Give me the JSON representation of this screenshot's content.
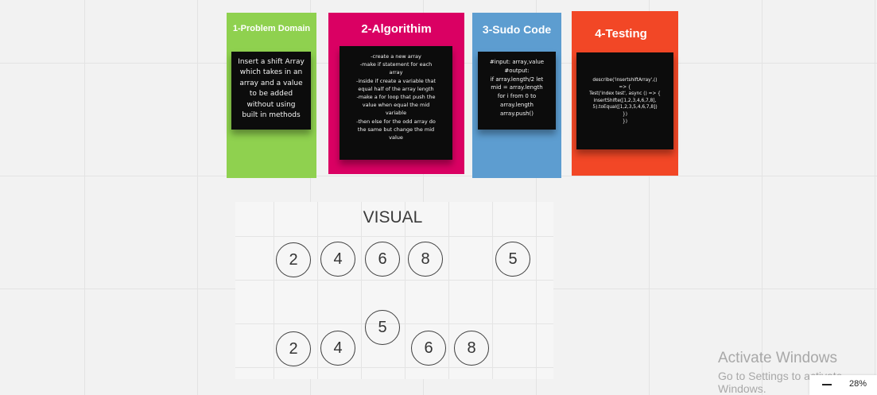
{
  "cards": [
    {
      "title": "1-Problem Domain",
      "color": "#8fd14f",
      "note_lines": [
        "Insert a shift Array",
        "which takes in an",
        "array and a value",
        "to be added",
        "without using",
        "built in methods"
      ]
    },
    {
      "title": "2-Algorithim",
      "color": "#da0063",
      "note_lines": [
        "-create a new array",
        "-make if statement for each",
        "array",
        "-inside if create a variable that",
        "equal half of the array length",
        "-make a for loop that push the",
        "value when equal the mid",
        "variable",
        "-then else for the odd array do",
        "the same but change the mid",
        "value"
      ]
    },
    {
      "title": "3-Sudo Code",
      "color": "#5d9dd0",
      "note_lines": [
        "#input: array,value",
        "#output:",
        "if array.length/2 let",
        "mid = array.length",
        "for i from 0 to",
        "array.length",
        "array.push()"
      ]
    },
    {
      "title": "4-Testing",
      "color": "#f24726",
      "note_lines": [
        "describe('insertshiftArray',()",
        "=> {",
        "Test('index test', async () => {",
        "insertShifte([1,2,3,4,6,7,8],",
        "5).toEqual([1,2,3,5,4,6,7,8])",
        "})",
        "})"
      ]
    }
  ],
  "visual": {
    "title": "VISUAL",
    "top_row": [
      "2",
      "4",
      "6",
      "8",
      "5"
    ],
    "bottom_row": [
      "2",
      "4",
      "5",
      "6",
      "8"
    ]
  },
  "watermark": {
    "title": "Activate Windows",
    "subtitle": "Go to Settings to activate Windows."
  },
  "zoom": {
    "level": "28%"
  }
}
